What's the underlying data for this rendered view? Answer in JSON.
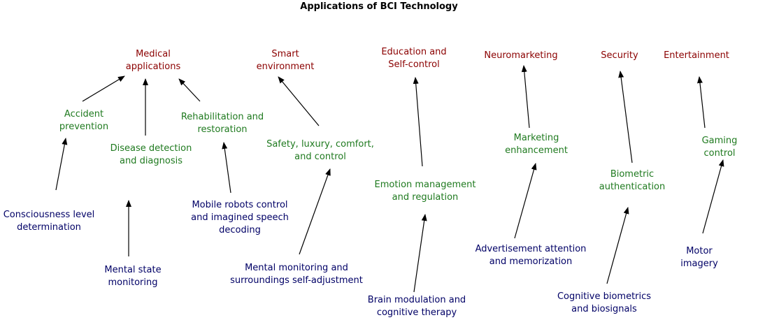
{
  "title": "Applications of BCI Technology",
  "colors": {
    "category": "#8b0000",
    "application": "#1f7a1f",
    "source": "#000066",
    "arrow": "#000000"
  },
  "categories": {
    "medical": "Medical\napplications",
    "smart": "Smart\nenvironment",
    "education": "Education and\nSelf-control",
    "neuromarketing": "Neuromarketing",
    "security": "Security",
    "entertainment": "Entertainment"
  },
  "applications": {
    "accident": "Accident\nprevention",
    "disease": "Disease detection\nand diagnosis",
    "rehab": "Rehabilitation and\nrestoration",
    "safety": "Safety, luxury, comfort,\nand control",
    "emotion": "Emotion management\nand regulation",
    "marketing": "Marketing\nenhancement",
    "biometric": "Biometric\nauthentication",
    "gaming": "Gaming control"
  },
  "sources": {
    "consciousness": "Consciousness level\ndetermination",
    "mental_state": "Mental state\nmonitoring",
    "mobile_robots": "Mobile robots control\nand imagined speech\ndecoding",
    "mental_monitoring": "Mental monitoring and\nsurroundings self-adjustment",
    "brain_modulation": "Brain modulation and\ncognitive therapy",
    "advertisement": "Advertisement attention\nand memorization",
    "cognitive_biometrics": "Cognitive biometrics\nand biosignals",
    "motor_imagery": "Motor imagery"
  }
}
